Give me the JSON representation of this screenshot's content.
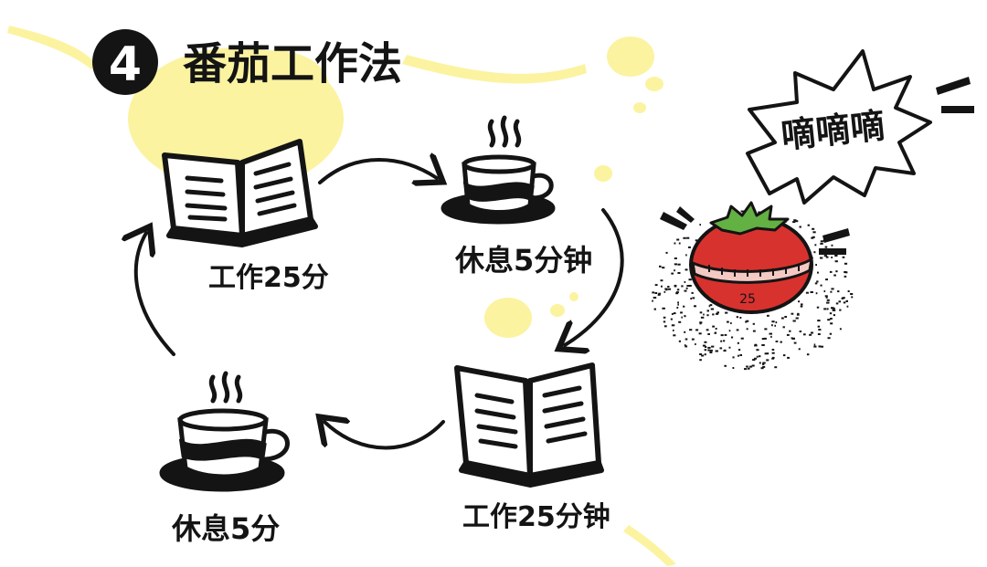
{
  "title": {
    "number": "4",
    "text": "番茄工作法"
  },
  "steps": [
    {
      "label": "工作25分",
      "icon": "open-book-icon"
    },
    {
      "label": "休息5分钟",
      "icon": "tea-cup-icon"
    },
    {
      "label": "工作25分钟",
      "icon": "open-book-icon"
    },
    {
      "label": "休息5分",
      "icon": "tea-cup-icon"
    }
  ],
  "timer": {
    "icon": "tomato-timer-icon",
    "burst_text": "嘀嘀嘀",
    "dial_number": "25"
  },
  "colors": {
    "ink": "#141414",
    "highlight_yellow": "#fbf3a0",
    "tomato_red": "#d8322f",
    "leaf_green": "#63b043"
  }
}
